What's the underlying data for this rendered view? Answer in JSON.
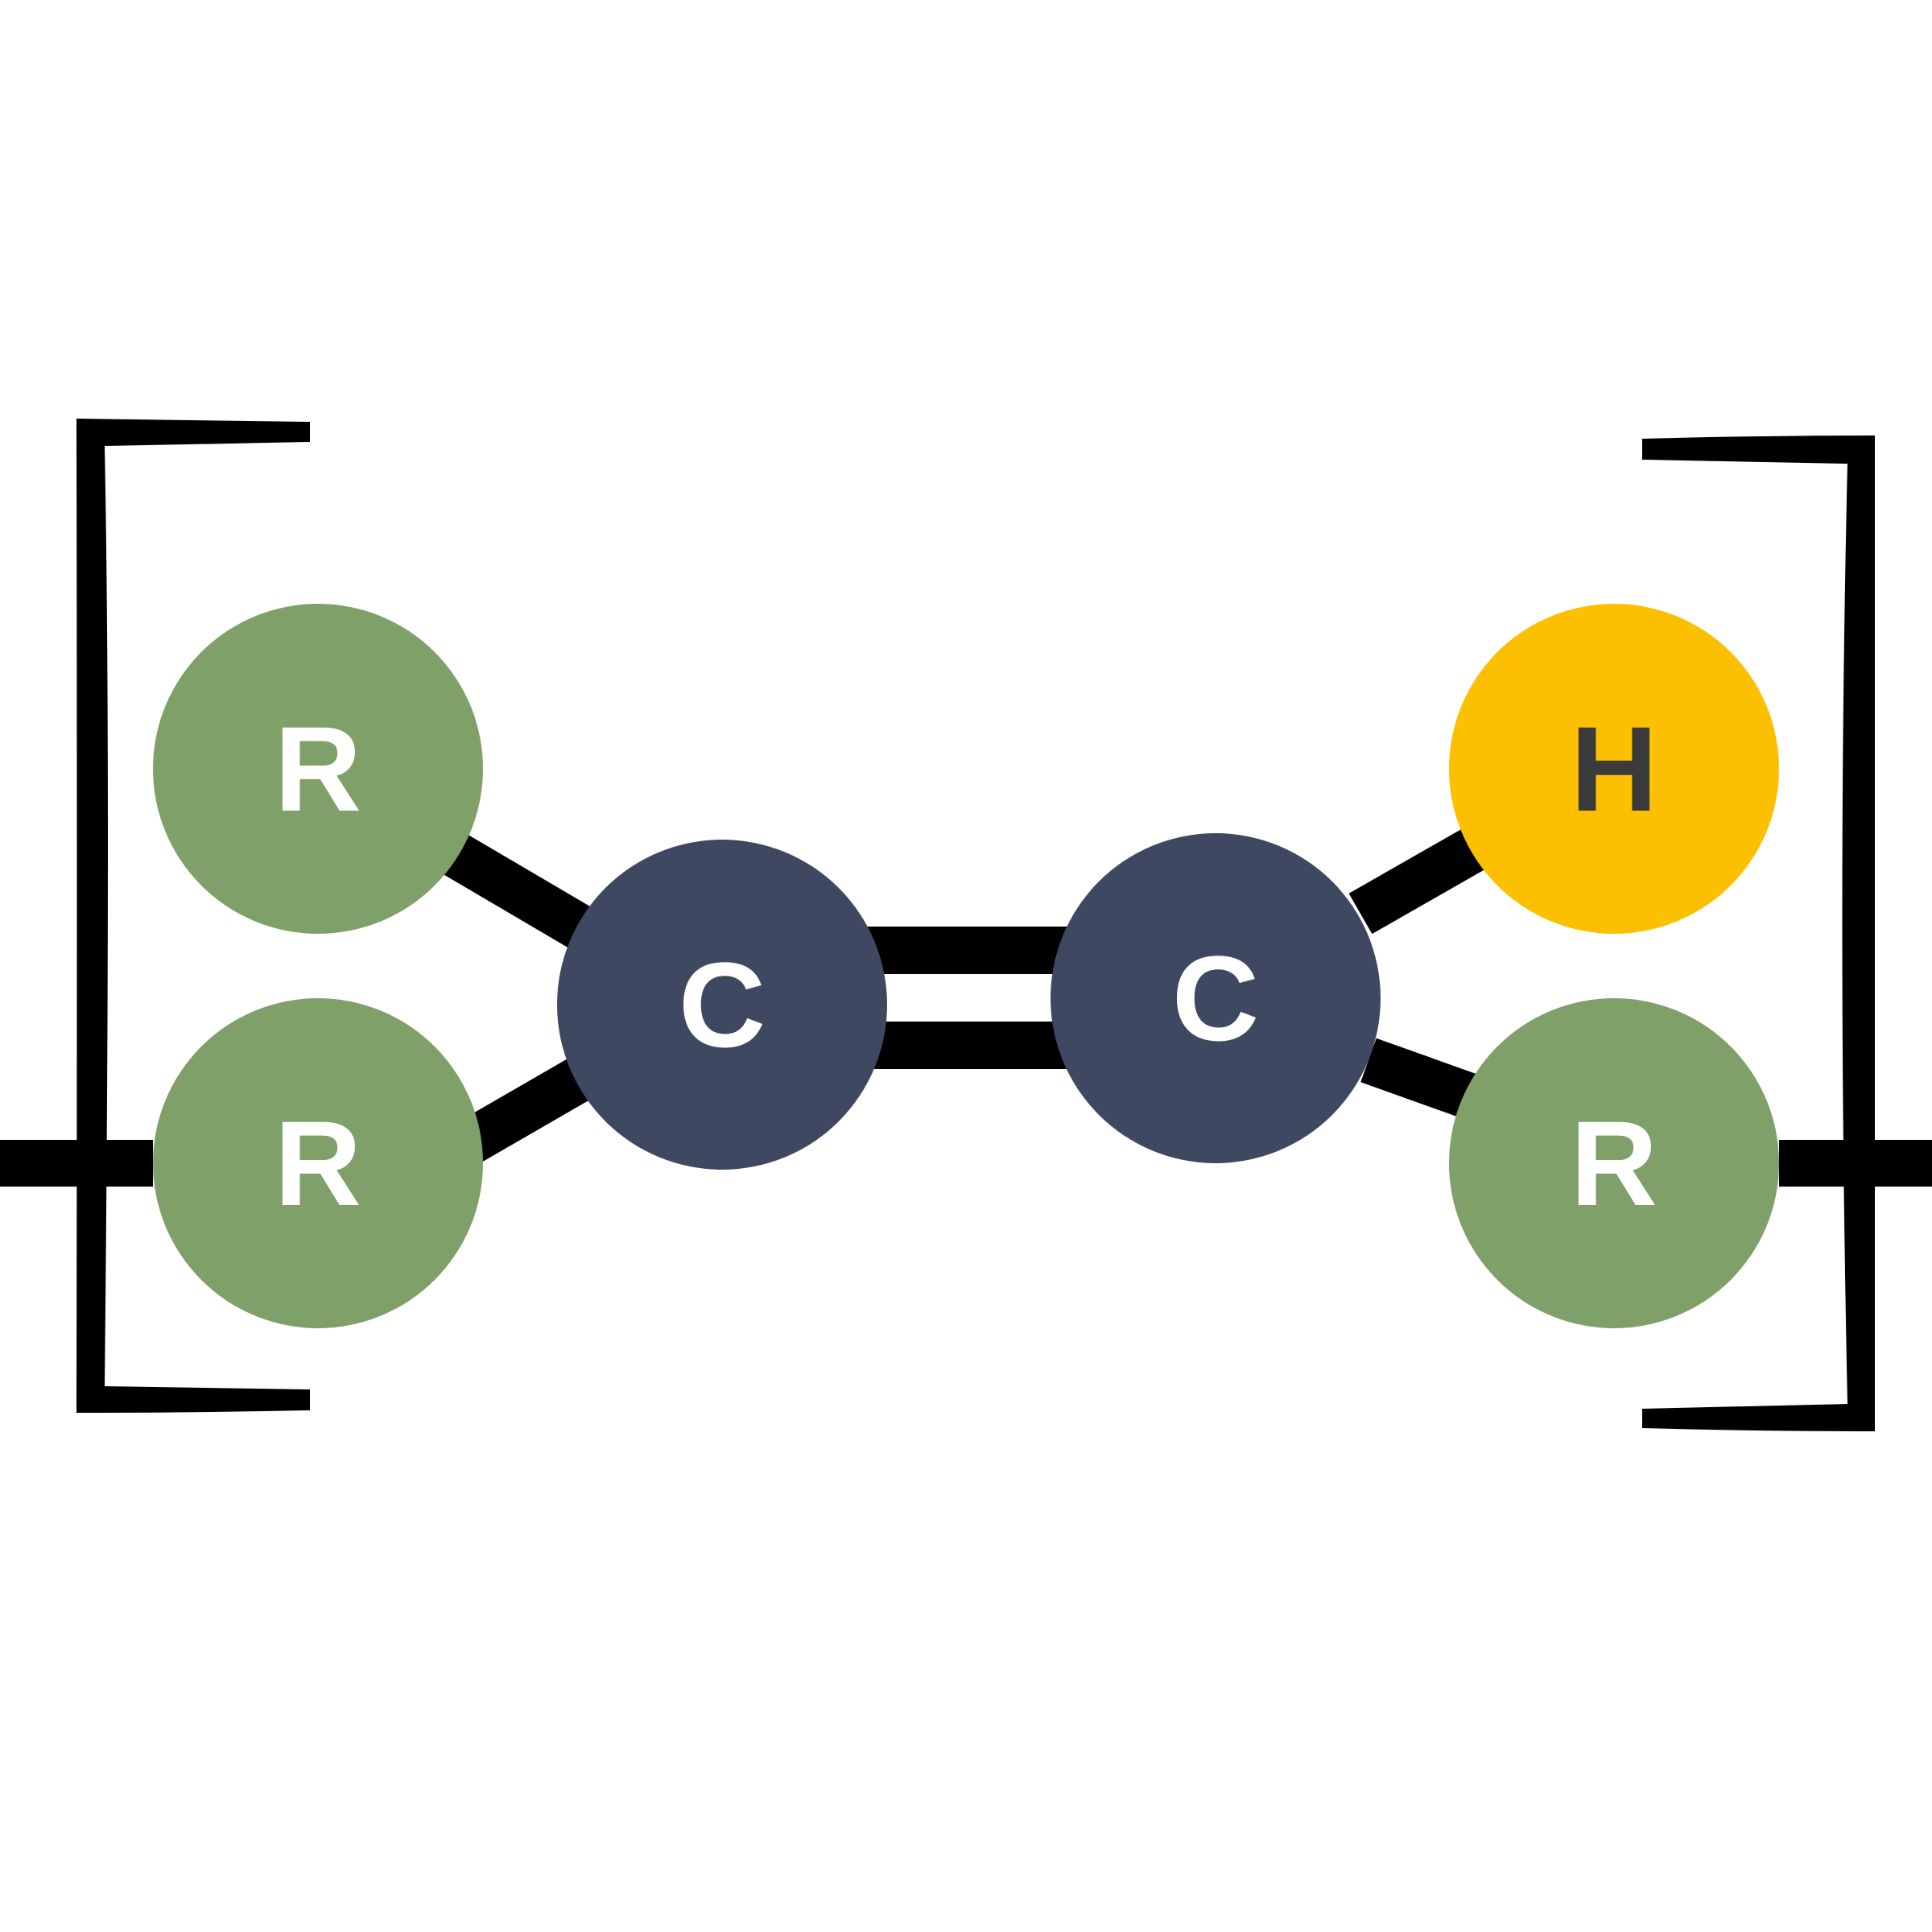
{
  "molecule": {
    "atoms": {
      "r_top_left": {
        "label": "R",
        "fill": "#7fa069",
        "text_color": "#ffffff"
      },
      "r_bottom_left": {
        "label": "R",
        "fill": "#7fa069",
        "text_color": "#ffffff"
      },
      "c_left": {
        "label": "C",
        "fill": "#3e4860",
        "text_color": "#ffffff"
      },
      "c_right": {
        "label": "C",
        "fill": "#3e4860",
        "text_color": "#ffffff"
      },
      "h_top_right": {
        "label": "H",
        "fill": "#fdc000",
        "text_color": "#3b3b3b"
      },
      "r_bottom_right": {
        "label": "R",
        "fill": "#7fa069",
        "text_color": "#ffffff"
      }
    },
    "bond_color": "#000000",
    "bracket_color": "#000000"
  }
}
